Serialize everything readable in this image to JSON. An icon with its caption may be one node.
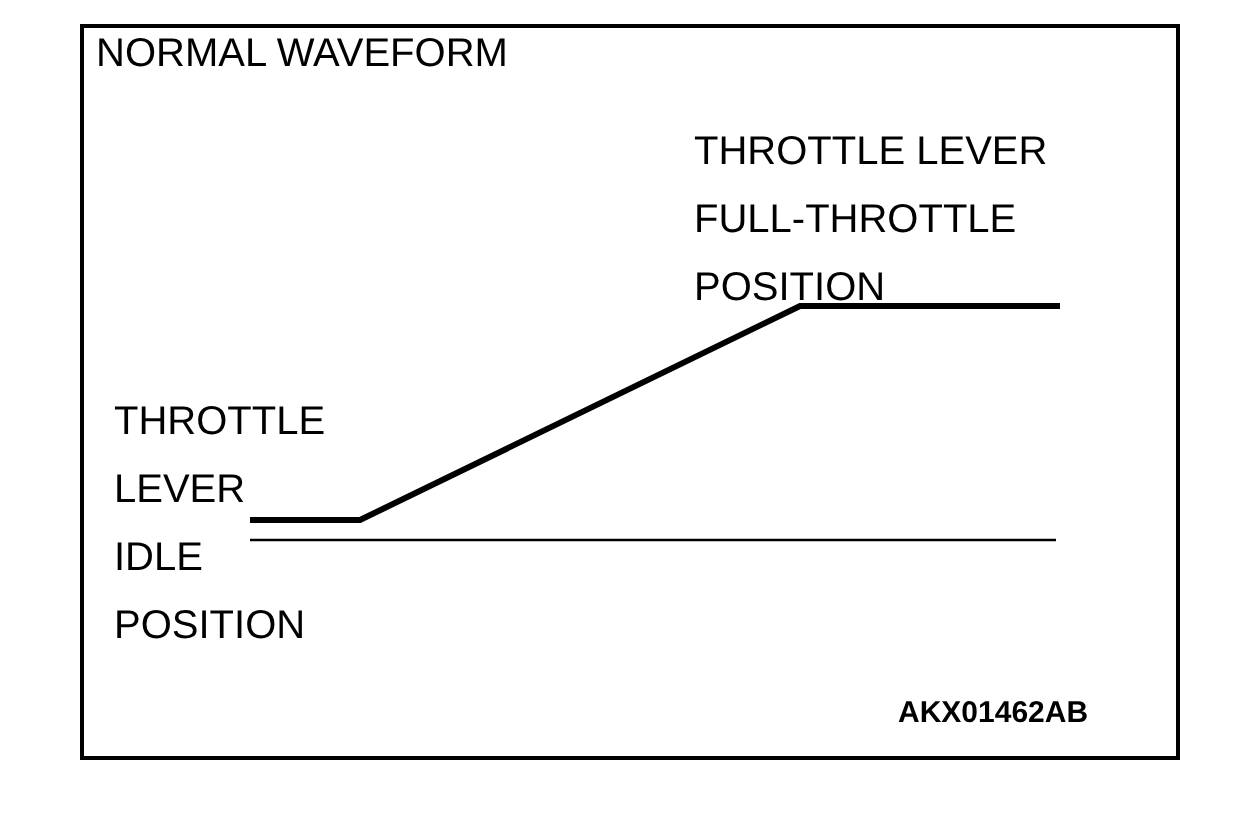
{
  "diagram": {
    "title": "NORMAL WAVEFORM",
    "labels": [
      "THROTTLE LEVER FULL-THROTTLE POSITION",
      "THROTTLE LEVER IDLE POSITION",
      "AKX01462AB"
    ]
  }
}
